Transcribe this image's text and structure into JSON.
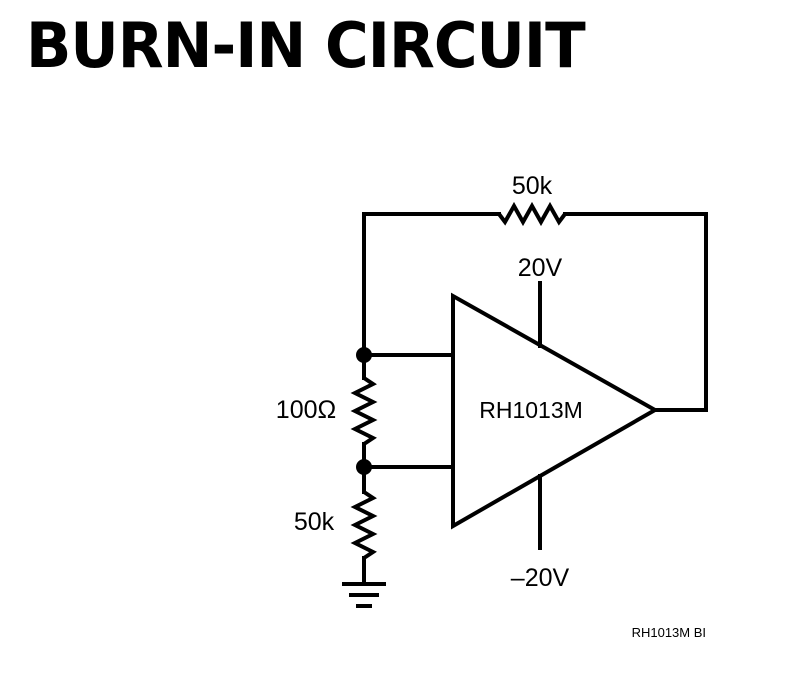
{
  "title": "BURN-IN CIRCUIT",
  "components": {
    "feedback_resistor": "50k",
    "supply_positive": "20V",
    "opamp": "RH1013M",
    "input_resistor": "100Ω",
    "ground_resistor": "50k",
    "supply_negative": "–20V"
  },
  "figure_code": "RH1013M BI"
}
